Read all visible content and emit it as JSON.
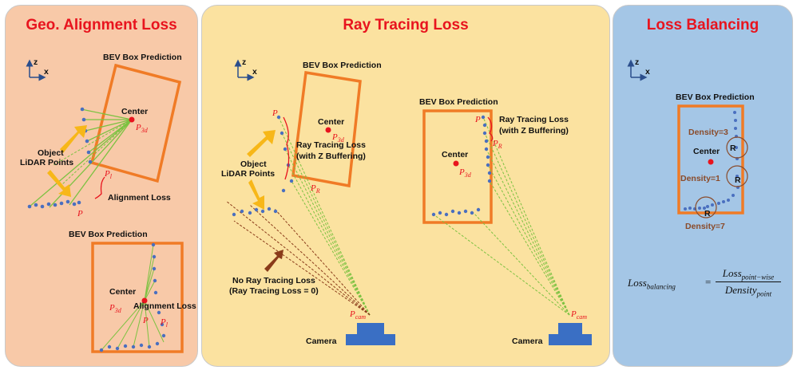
{
  "panels": {
    "geo": {
      "title": "Geo. Alignment Loss",
      "axis_z": "z",
      "axis_x": "x",
      "box_label_top": "BEV Box Prediction",
      "center_label_top": "Center",
      "p3d_label": "P",
      "p3d_sub": "3d",
      "object_label_1": "Object",
      "object_label_2": "LiDAR Points",
      "pl_label": "P",
      "pl_sub": "l",
      "alignment_label_top": "Alignment Loss",
      "p_label": "P",
      "box_label_bottom": "BEV Box Prediction",
      "center_label_bottom": "Center",
      "p3d_label_bottom": "P",
      "alignment_label_bottom": "Alignment Loss",
      "p_label_bottom": "P",
      "pl_label_bottom": "P"
    },
    "ray": {
      "title": "Ray Tracing Loss",
      "axis_z": "z",
      "axis_x": "x",
      "box_label_left": "BEV Box Prediction",
      "center_label_left": "Center",
      "p3d_label": "P",
      "p3d_sub": "3d",
      "p_label": "P",
      "ray_loss_1": "Ray Tracing Loss",
      "ray_loss_2": "(with Z Buffering)",
      "object_label_1": "Object",
      "object_label_2": "LiDAR Points",
      "pr_label": "P",
      "pr_sub": "R",
      "no_loss_1": "No Ray Tracing Loss",
      "no_loss_2": "(Ray Tracing Loss = 0)",
      "pcam_label": "P",
      "pcam_sub": "cam",
      "camera_label_left": "Camera",
      "box_label_right": "BEV Box Prediction",
      "center_label_right": "Center",
      "p_label_right": "P",
      "ray_loss_right_1": "Ray Tracing Loss",
      "ray_loss_right_2": "(with Z Buffering)",
      "pr_label_right": "P",
      "p3d_label_right": "P",
      "pcam_label_right": "P",
      "camera_label_right": "Camera"
    },
    "bal": {
      "title": "Loss Balancing",
      "axis_z": "z",
      "axis_x": "x",
      "box_label": "BEV Box Prediction",
      "density_3": "Density=3",
      "center_label": "Center",
      "density_1": "Density=1",
      "density_7": "Density=7",
      "r_label": "R",
      "formula_lhs": "Loss",
      "formula_lhs_sub": "balancing",
      "formula_eq": "=",
      "formula_num": "Loss",
      "formula_num_sub": "point−wise",
      "formula_den": "Density",
      "formula_den_sub": "point"
    }
  },
  "colors": {
    "title_red": "#e8141e",
    "box_orange": "#f07b26",
    "point_blue": "#4a6fbf",
    "ray_green": "#7dc242",
    "ray_brown": "#8a3b1a",
    "arrow_yellow": "#f7b718",
    "camera_blue": "#3a6fc4",
    "density_brown": "#8a4b2a"
  }
}
